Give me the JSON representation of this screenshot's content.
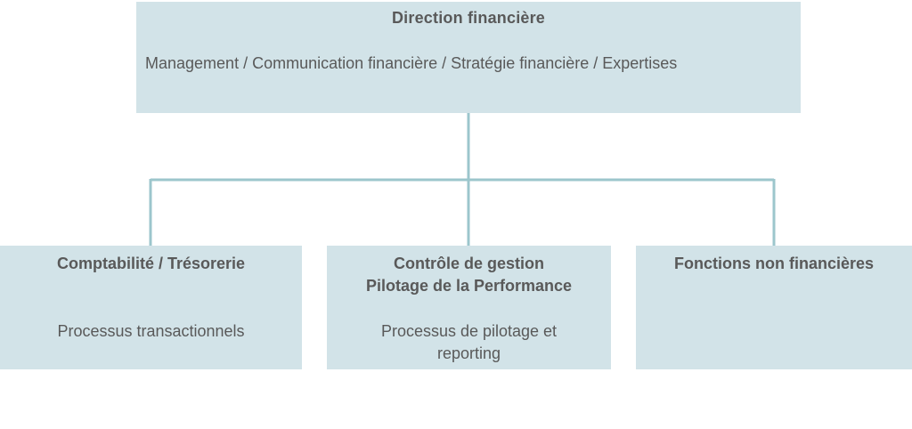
{
  "colors": {
    "box_fill": "#d2e3e8",
    "connector": "#9cc6cc",
    "text": "#595959"
  },
  "top": {
    "title": "Direction financière",
    "subtitle": "Management  / Communication  financière / Stratégie financière / Expertises"
  },
  "children": [
    {
      "title_lines": [
        "Comptabilité  / Trésorerie"
      ],
      "desc_lines": [
        "Processus transactionnels"
      ]
    },
    {
      "title_lines": [
        "Contrôle de gestion",
        "Pilotage de la Performance"
      ],
      "desc_lines": [
        "Processus de pilotage  et",
        "reporting"
      ]
    },
    {
      "title_lines": [
        "Fonctions non financières"
      ],
      "desc_lines": []
    }
  ]
}
